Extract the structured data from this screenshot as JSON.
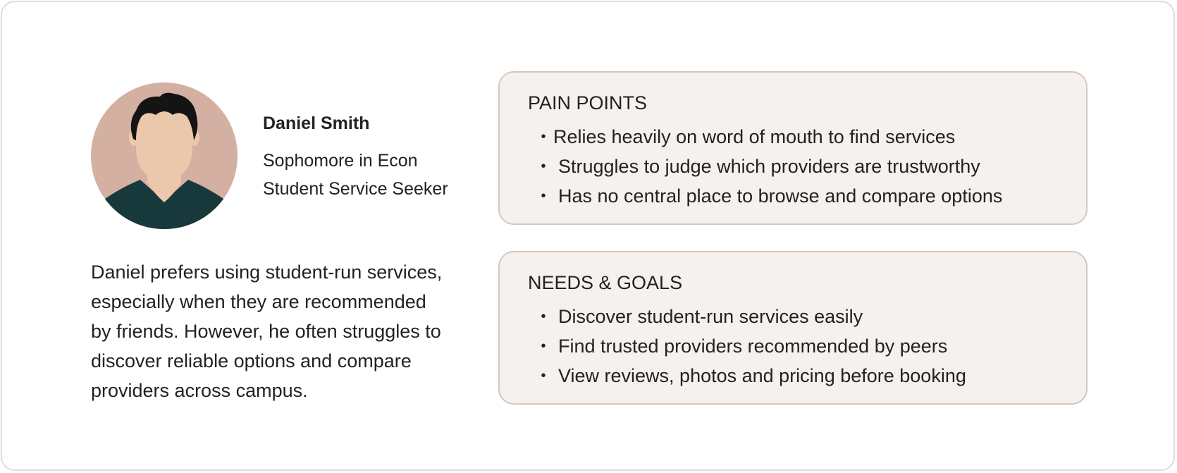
{
  "persona": {
    "name": "Daniel Smith",
    "role_line_1": "Sophomore in Econ",
    "role_line_2": "Student Service Seeker",
    "avatar_icon": "person-avatar-icon",
    "bio_lines": [
      "Daniel prefers using student-run services,",
      "especially when they are recommended",
      "by friends. However, he often struggles to",
      "discover reliable options and compare",
      "providers across campus."
    ]
  },
  "pain_points": {
    "title": "PAIN POINTS",
    "items": [
      "Relies heavily on word of mouth to find services",
      "Struggles to judge which providers are trustworthy",
      "Has no central place to browse and compare options"
    ]
  },
  "needs_goals": {
    "title": "NEEDS & GOALS",
    "items": [
      "Discover student-run services easily",
      "Find trusted providers recommended by peers",
      "View reviews, photos and pricing before booking"
    ]
  },
  "bullet_glyph": "•",
  "colors": {
    "panel_background": "#f5f1ef",
    "panel_border": "#d9c6bb",
    "avatar_background": "#d4b0a2",
    "avatar_skin": "#ebc8ab",
    "avatar_hair": "#141414",
    "avatar_shirt": "#17393b"
  }
}
